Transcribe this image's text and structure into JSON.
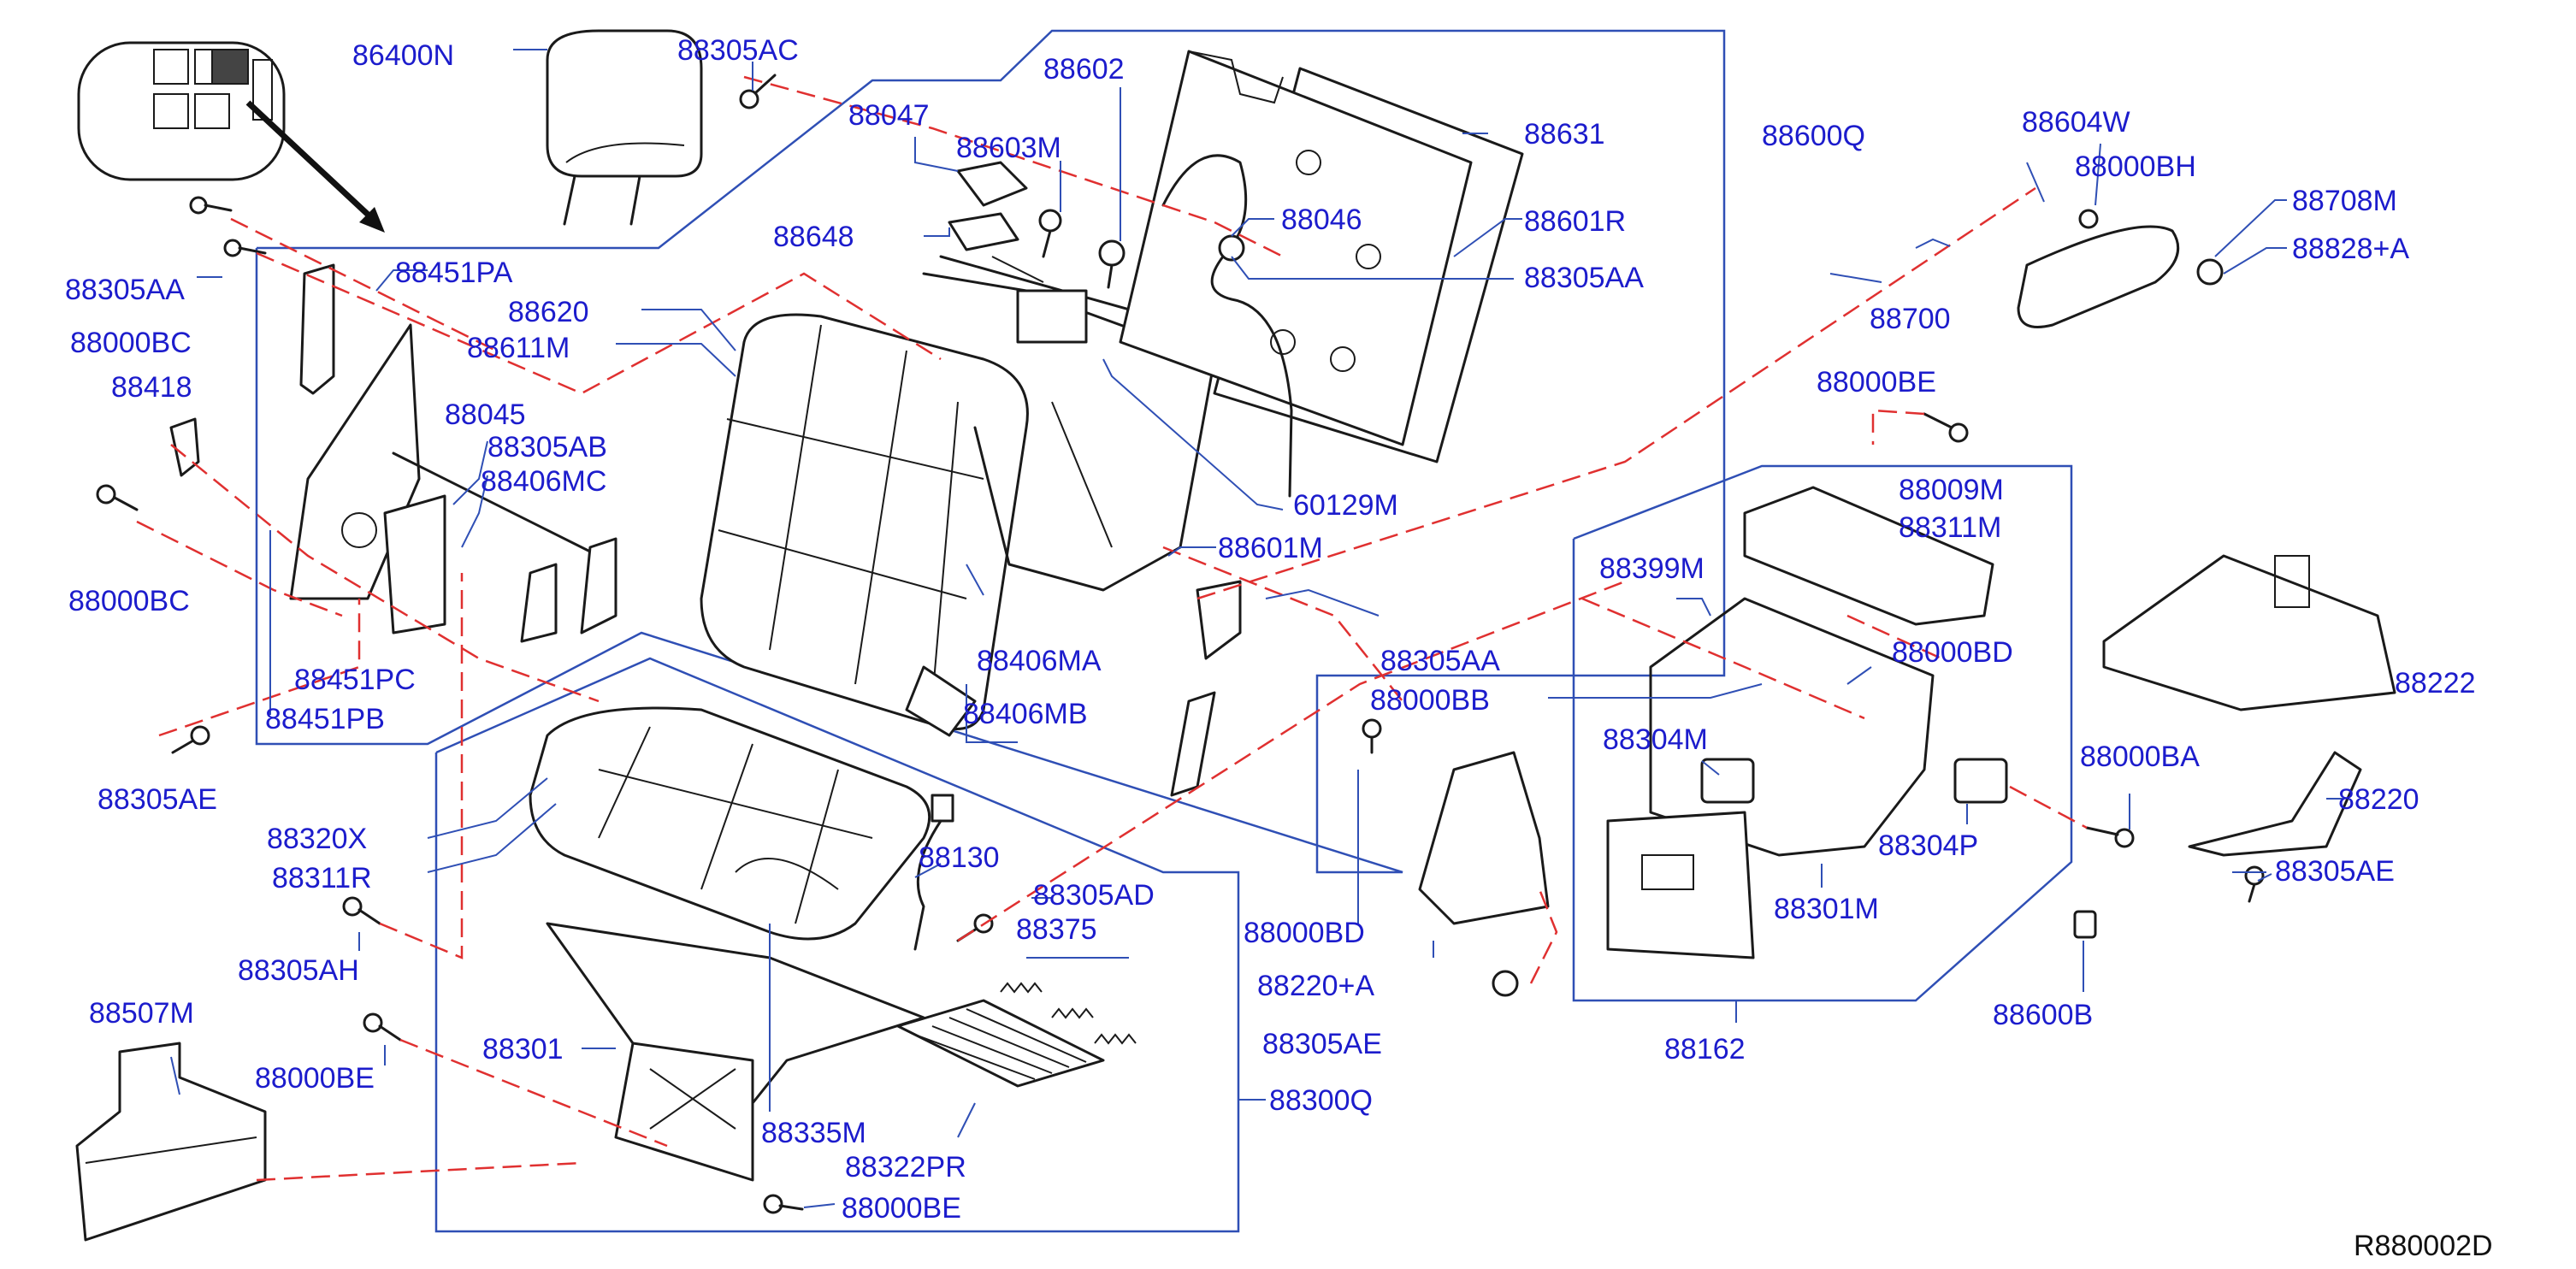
{
  "labels": {
    "l86400N": "86400N",
    "l88305AC": "88305AC",
    "l88047": "88047",
    "l88602": "88602",
    "l88603M": "88603M",
    "l88631": "88631",
    "l88600Q": "88600Q",
    "l88604W": "88604W",
    "l88000BH": "88000BH",
    "l88708M": "88708M",
    "l88828A": "88828+A",
    "l88700": "88700",
    "l88046": "88046",
    "l88601R": "88601R",
    "l88305AA_a": "88305AA",
    "l88648": "88648",
    "l88305AA_b": "88305AA",
    "l88451PA": "88451PA",
    "l88000BC_a": "88000BC",
    "l88418": "88418",
    "l88045": "88045",
    "l88620": "88620",
    "l88611M": "88611M",
    "l88305AB": "88305AB",
    "l88406MC": "88406MC",
    "l60129M": "60129M",
    "l88601M": "88601M",
    "l88000BE_a": "88000BE",
    "l88009M": "88009M",
    "l88311M": "88311M",
    "l88399M": "88399M",
    "l88000BD_a": "88000BD",
    "l88222": "88222",
    "l88000BC_b": "88000BC",
    "l88406MA": "88406MA",
    "l88305AA_c": "88305AA",
    "l88000BB": "88000BB",
    "l88451PC": "88451PC",
    "l88451PB": "88451PB",
    "l88406MB": "88406MB",
    "l88304M": "88304M",
    "l88000BA": "88000BA",
    "l88305AE_a": "88305AE",
    "l88220": "88220",
    "l88304P": "88304P",
    "l88320X": "88320X",
    "l88311R": "88311R",
    "l88130": "88130",
    "l88305AD": "88305AD",
    "l88375": "88375",
    "l88000BD_b": "88000BD",
    "l88301M": "88301M",
    "l88305AE_b": "88305AE",
    "l88305AH": "88305AH",
    "l88220A": "88220+A",
    "l88305AE_c": "88305AE",
    "l88600B": "88600B",
    "l88507M": "88507M",
    "l88301": "88301",
    "l88162": "88162",
    "l88000BE_b": "88000BE",
    "l88300Q": "88300Q",
    "l88335M": "88335M",
    "l88322PR": "88322PR",
    "l88000BE_c": "88000BE"
  },
  "drawing_code": "R880002D",
  "colors": {
    "label": "#1c1ccc",
    "callout_box": "#2f4fb5",
    "hidden_line": "#e03030",
    "part_outline": "#1a1a1a"
  }
}
